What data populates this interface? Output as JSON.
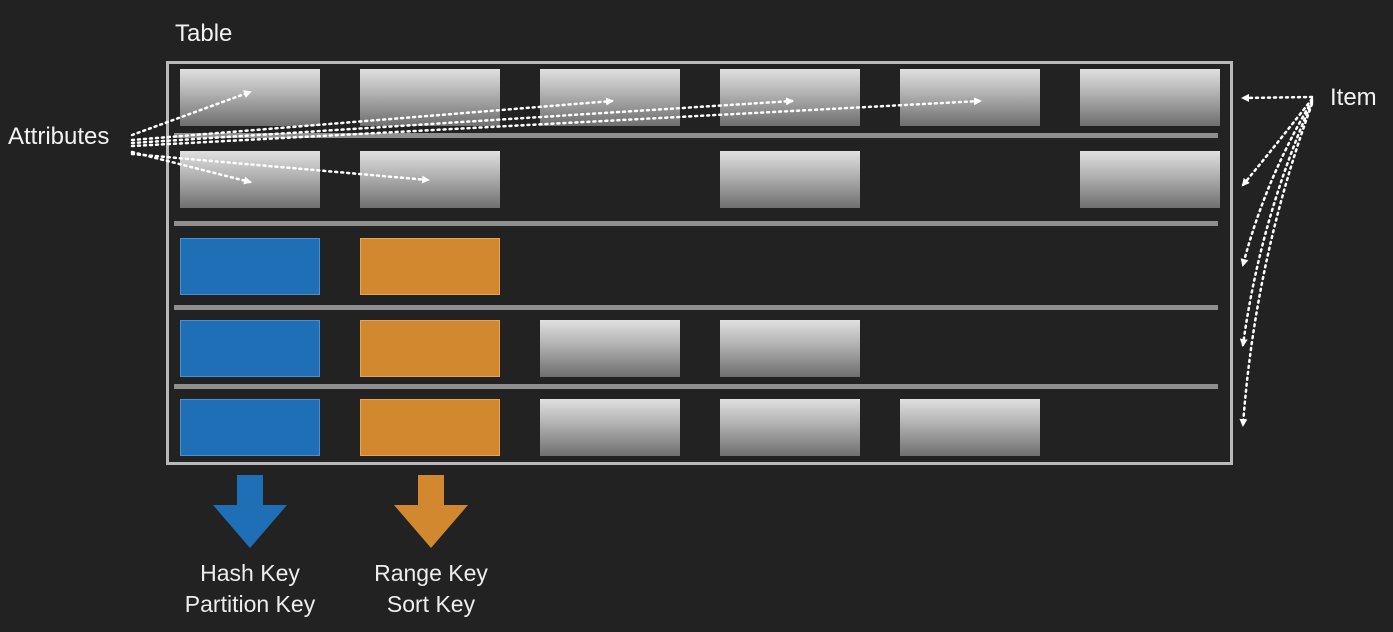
{
  "labels": {
    "table": "Table",
    "attributes": "Attributes",
    "item": "Item"
  },
  "keys": {
    "hash": {
      "line1": "Hash Key",
      "line2": "Partition Key",
      "color": "#1f6fb6"
    },
    "range": {
      "line1": "Range Key",
      "line2": "Sort Key",
      "color": "#d2882f"
    }
  },
  "items": [
    [
      "attribute",
      "attribute",
      "attribute",
      "attribute",
      "attribute",
      "attribute"
    ],
    [
      "attribute",
      "attribute",
      "empty",
      "attribute",
      "empty",
      "attribute"
    ],
    [
      "hash",
      "range",
      "empty",
      "empty",
      "empty",
      "empty"
    ],
    [
      "hash",
      "range",
      "attribute",
      "attribute",
      "empty",
      "empty"
    ],
    [
      "hash",
      "range",
      "attribute",
      "attribute",
      "attribute",
      "empty"
    ]
  ],
  "colors": {
    "background": "#222222",
    "frame": "#b9b9b9",
    "hash": "#1f6fb6",
    "range": "#d2882f",
    "annotation": "#ffffff"
  }
}
